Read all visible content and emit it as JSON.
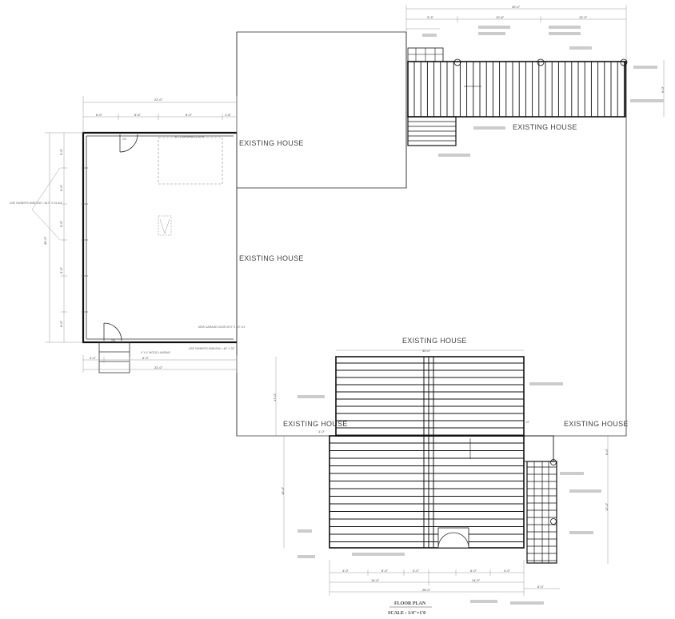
{
  "labels": {
    "existing_house": "EXISTING HOUSE",
    "floor_plan_title": "FLOOR PLAN",
    "scale": "SCALE : 1/4\"=1'0",
    "garage_window_note": "USE OWNER'S WINDOW = 46.5\" X 31-3/4\"",
    "window_note_2": "USE OWNER'S WINDOW = 48\" X 32\"",
    "landing_note": "4' X 4' WOOD LANDING",
    "garage_door_label": "9X7 OVERHEAD DOOR",
    "new_door_label": "NEW GARAGE DOOR 20'0\" X 8'0\" LH."
  },
  "dimensions": {
    "top_overall": "30'-0\"",
    "top_segments": [
      "3'-3\"",
      "10'-6\"",
      "12'-0\""
    ],
    "garage_width": "22'-0\"",
    "garage_top_segments": [
      "6'-0\"",
      "6'-6\"",
      "8'-0\"",
      "1'-6\""
    ],
    "garage_depth": "30'-0\"",
    "garage_left_segments": [
      "6'-0\"",
      "6'-0\"",
      "6'-0\"",
      "6'-0\"",
      "6'-0\""
    ],
    "garage_bottom": "22'-0\"",
    "garage_bottom_segments": [
      "4'-0\"",
      "6'-0\""
    ],
    "addition_width": "30'-0\"",
    "addition_bottom_segments": [
      "4'-0\"",
      "6'-0\"",
      "4'-0\"",
      "6'-0\"",
      "4'-0\""
    ],
    "addition_bottom_mid": [
      "14'-0\"",
      "14'-0\""
    ],
    "addition_bottom_overall": "28'-0\"",
    "right_dims": [
      "6'-0\"",
      "12'-0\""
    ],
    "left_dims": [
      "17'-0\"",
      "16'-0\""
    ],
    "small_dims": [
      "1'-0\"",
      "1'-0\"",
      "6'-0\""
    ],
    "top_right_side": "6'-0\""
  }
}
